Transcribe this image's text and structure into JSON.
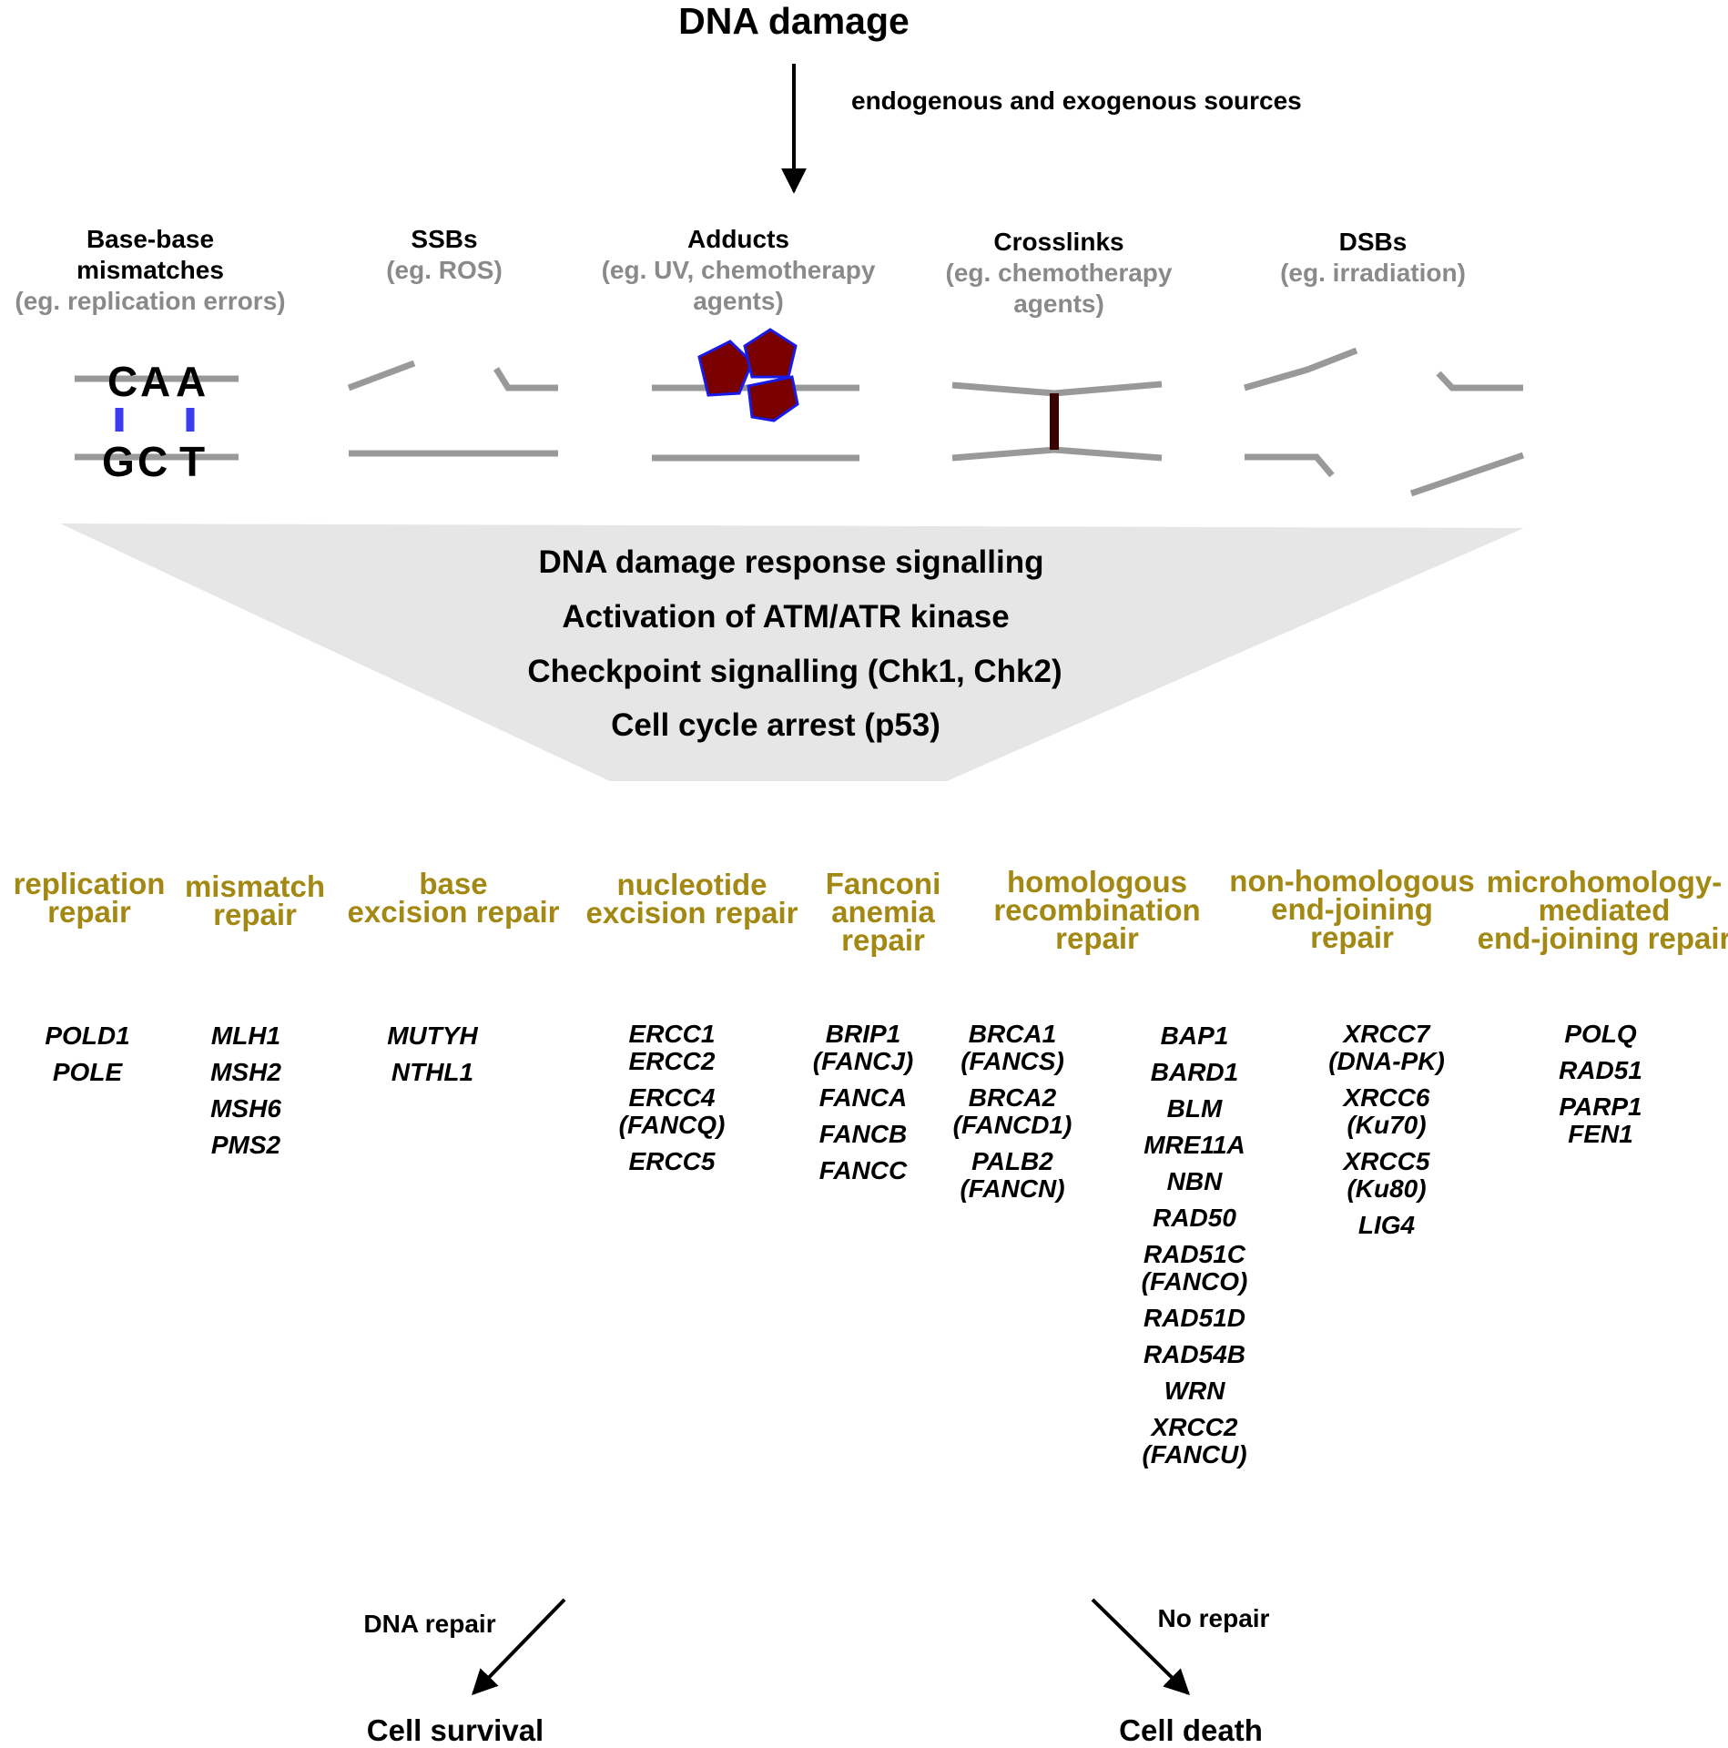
{
  "top": {
    "title": "DNA damage",
    "sources_label": "endogenous and exogenous sources"
  },
  "damage_types": [
    {
      "title": "Base-base mismatches",
      "title_lines": [
        "Base-base",
        "mismatches"
      ],
      "sub_lines": [
        "(eg. replication errors)"
      ]
    },
    {
      "title": "SSBs",
      "title_lines": [
        "SSBs"
      ],
      "sub_lines": [
        "(eg. ROS)"
      ]
    },
    {
      "title": "Adducts",
      "title_lines": [
        "Adducts"
      ],
      "sub_lines": [
        "(eg. UV, chemotherapy",
        "agents)"
      ]
    },
    {
      "title": "Crosslinks",
      "title_lines": [
        "Crosslinks"
      ],
      "sub_lines": [
        "(eg. chemotherapy",
        "agents)"
      ]
    },
    {
      "title": "DSBs",
      "title_lines": [
        "DSBs"
      ],
      "sub_lines": [
        "(eg. irradiation)"
      ]
    }
  ],
  "mismatch_bases": {
    "top": [
      "C",
      "A",
      "A"
    ],
    "bottom": [
      "G",
      "C",
      "T"
    ]
  },
  "response": {
    "lines": [
      "DNA damage response signalling",
      "Activation of ATM/ATR kinase",
      "Checkpoint signalling (Chk1, Chk2)",
      "Cell cycle arrest (p53)"
    ]
  },
  "pathways": [
    {
      "name_lines": [
        "replication",
        "repair"
      ]
    },
    {
      "name_lines": [
        "mismatch",
        "repair"
      ]
    },
    {
      "name_lines": [
        "base",
        "excision repair"
      ]
    },
    {
      "name_lines": [
        "nucleotide",
        "excision repair"
      ]
    },
    {
      "name_lines": [
        "Fanconi",
        "anemia",
        "repair"
      ]
    },
    {
      "name_lines": [
        "homologous",
        "recombination",
        "repair"
      ]
    },
    {
      "name_lines": [
        "non-homologous",
        "end-joining",
        "repair"
      ]
    },
    {
      "name_lines": [
        "microhomology-",
        "mediated",
        "end-joining repair"
      ]
    }
  ],
  "gene_columns": [
    {
      "genes": [
        "POLD1",
        "POLE"
      ]
    },
    {
      "genes": [
        "MLH1",
        "MSH2",
        "MSH6",
        "PMS2"
      ]
    },
    {
      "genes": [
        "MUTYH",
        "NTHL1"
      ]
    },
    {
      "genes": [
        "ERCC1",
        "ERCC2",
        "ERCC4",
        "(FANCQ)",
        "ERCC5"
      ]
    },
    {
      "genes": [
        "BRIP1",
        "(FANCJ)",
        "FANCA",
        "FANCB",
        "FANCC"
      ]
    },
    {
      "genes": [
        "BRCA1",
        "(FANCS)",
        "BRCA2",
        "(FANCD1)",
        "PALB2",
        "(FANCN)"
      ]
    },
    {
      "genes": [
        "BAP1",
        "BARD1",
        "BLM",
        "MRE11A",
        "NBN",
        "RAD50",
        "RAD51C",
        "(FANCO)",
        "RAD51D",
        "RAD54B",
        "WRN",
        "XRCC2",
        "(FANCU)"
      ]
    },
    {
      "genes": [
        "XRCC7",
        "(DNA-PK)",
        "XRCC6",
        "(Ku70)",
        "XRCC5",
        "(Ku80)",
        "LIG4"
      ]
    },
    {
      "genes": [
        "POLQ",
        "RAD51",
        "PARP1",
        "FEN1"
      ]
    }
  ],
  "outcomes": {
    "repair_label": "DNA repair",
    "repair_result": "Cell survival",
    "norepair_label": "No repair",
    "norepair_result": "Cell death"
  },
  "colors": {
    "pathway_text": "#a38914",
    "strand": "#999999",
    "mismatch_bond": "#3b3bf0",
    "adduct_fill": "#7a0000",
    "adduct_stroke": "#1a1ae6",
    "crosslink": "#3a0000",
    "response_box": "#e6e6e6",
    "subtitle_gray": "#8a8a8a"
  }
}
